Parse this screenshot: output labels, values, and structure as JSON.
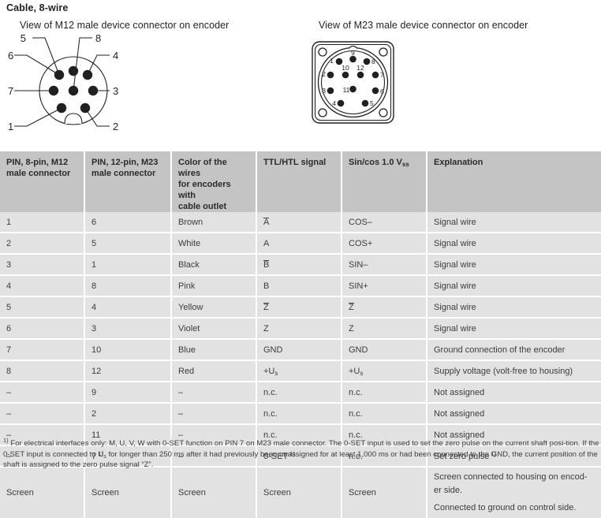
{
  "section": {
    "title": "Cable, 8-wire"
  },
  "diagrams": {
    "m12": {
      "caption": "View of M12 male device connector on encoder",
      "pin_labels": [
        "1",
        "2",
        "3",
        "4",
        "5",
        "6",
        "7",
        "8"
      ]
    },
    "m23": {
      "caption": "View of M23 male device connector on encoder",
      "pin_labels": [
        "1",
        "2",
        "3",
        "4",
        "5",
        "6",
        "7",
        "8",
        "9",
        "10",
        "11",
        "12"
      ]
    }
  },
  "table": {
    "headers": [
      "PIN, 8-pin, M12 male connector",
      "PIN, 12-pin, M23 male connector",
      "Color of the wires for encoders with cable outlet",
      "TTL/HTL signal",
      "Sin/cos 1.0 Vss",
      "Explanation"
    ],
    "header_parts": {
      "h0_line1": "PIN, 8-pin, M12",
      "h0_line2": "male connector",
      "h1_line1": "PIN, 12-pin, M23",
      "h1_line2": "male connector",
      "h2_line1": "Color of the wires",
      "h2_line2": "for encoders with",
      "h2_line3": "cable outlet",
      "h3": "TTL/HTL signal",
      "h4_main": "Sin/cos 1.0 V",
      "h4_sub": "ss",
      "h5": "Explanation"
    },
    "rows": [
      {
        "m12": "1",
        "m23": "6",
        "color": "Brown",
        "ttl": "A",
        "ttl_overline": true,
        "sincos": "COS–",
        "sincos_overline": false,
        "explanation": "Signal wire"
      },
      {
        "m12": "2",
        "m23": "5",
        "color": "White",
        "ttl": "A",
        "ttl_overline": false,
        "sincos": "COS+",
        "sincos_overline": false,
        "explanation": "Signal wire"
      },
      {
        "m12": "3",
        "m23": "1",
        "color": "Black",
        "ttl": "B",
        "ttl_overline": true,
        "sincos": "SIN–",
        "sincos_overline": false,
        "explanation": "Signal wire"
      },
      {
        "m12": "4",
        "m23": "8",
        "color": "Pink",
        "ttl": "B",
        "ttl_overline": false,
        "sincos": "SIN+",
        "sincos_overline": false,
        "explanation": "Signal wire"
      },
      {
        "m12": "5",
        "m23": "4",
        "color": "Yellow",
        "ttl": "Z",
        "ttl_overline": true,
        "sincos": "Z",
        "sincos_overline": true,
        "explanation": "Signal wire"
      },
      {
        "m12": "6",
        "m23": "3",
        "color": "Violet",
        "ttl": "Z",
        "ttl_overline": false,
        "sincos": "Z",
        "sincos_overline": false,
        "explanation": "Signal wire"
      },
      {
        "m12": "7",
        "m23": "10",
        "color": "Blue",
        "ttl": "GND",
        "ttl_overline": false,
        "sincos": "GND",
        "sincos_overline": false,
        "explanation": "Ground connection of the encoder"
      },
      {
        "m12": "8",
        "m23": "12",
        "color": "Red",
        "ttl": "+Us",
        "ttl_overline": false,
        "sincos": "+Us",
        "sincos_overline": false,
        "explanation": "Supply voltage (volt-free to housing)",
        "sub": "s"
      },
      {
        "m12": "–",
        "m23": "9",
        "color": "–",
        "ttl": "n.c.",
        "ttl_overline": false,
        "sincos": "n.c.",
        "sincos_overline": false,
        "explanation": "Not assigned"
      },
      {
        "m12": "–",
        "m23": "2",
        "color": "–",
        "ttl": "n.c.",
        "ttl_overline": false,
        "sincos": "n.c.",
        "sincos_overline": false,
        "explanation": "Not assigned"
      },
      {
        "m12": "–",
        "m23": "11",
        "color": "–",
        "ttl": "n.c.",
        "ttl_overline": false,
        "sincos": "n.c.",
        "sincos_overline": false,
        "explanation": "Not assigned"
      },
      {
        "m12": "–",
        "m23": "7",
        "m23_note": "1)",
        "color": "–",
        "ttl": "0-SET",
        "ttl_note": "1)",
        "ttl_overline": false,
        "sincos": "n.c.",
        "sincos_overline": false,
        "explanation": "Set zero pulse",
        "explanation_note": "1)"
      }
    ],
    "screen_row": {
      "m12": "Screen",
      "m23": "Screen",
      "color": "Screen",
      "ttl": "Screen",
      "sincos": "Screen",
      "explanation_line1": "Screen connected to housing on encod-",
      "explanation_line2": "er side.",
      "explanation_line3": "Connected to ground on control side."
    }
  },
  "footnote": {
    "marker": "1)",
    "text_a": "For electrical interfaces only: M, U, V, W with 0-SET function on PIN 7 on M23 male connector. The 0-SET input is used to set the zero pulse on the current shaft posi-tion. If the 0-SET input is connected to U",
    "sub": "s",
    "text_b": " for longer than 250 ms after it had previously been unassigned for at least 1,000 ms or had been connected to the GND, the current position of the shaft is assigned to the zero pulse signal “Z”."
  },
  "colors": {
    "header_bg": "#c4c4c4",
    "row_bg": "#e2e2e2",
    "divider": "#ffffff",
    "text": "#3c3c3c",
    "ink": "#231f20"
  }
}
